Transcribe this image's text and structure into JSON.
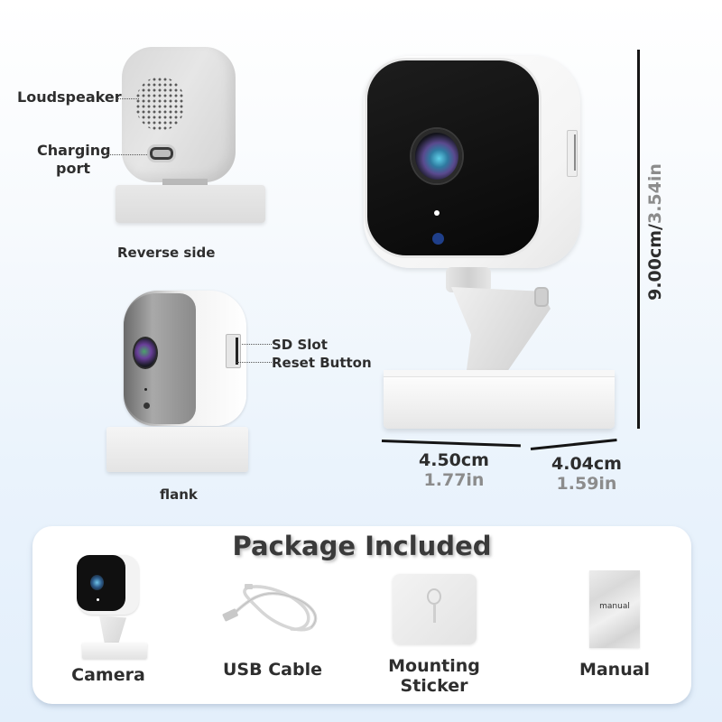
{
  "reverse_view": {
    "callouts": {
      "loudspeaker": "Loudspeaker",
      "charging_port_line1": "Charging",
      "charging_port_line2": "port"
    },
    "caption": "Reverse side"
  },
  "flank_view": {
    "callouts": {
      "sd_slot": "SD Slot",
      "reset_button": "Reset Button"
    },
    "caption": "flank"
  },
  "dimensions": {
    "height_cm": "9.00cm/",
    "height_in": "3.54in",
    "width_cm": "4.50cm",
    "width_in": "1.77in",
    "depth_cm": "4.04cm",
    "depth_in": "1.59in"
  },
  "package": {
    "title": "Package Included",
    "items": [
      {
        "label": "Camera",
        "icon": "camera-icon"
      },
      {
        "label": "USB Cable",
        "icon": "usb-cable-icon"
      },
      {
        "label_line1": "Mounting",
        "label_line2": "Sticker",
        "icon": "mounting-sticker-icon"
      },
      {
        "label": "Manual",
        "icon": "manual-icon",
        "cover_text": "manual"
      }
    ]
  },
  "colors": {
    "text_dark": "#2e2e2e",
    "text_gray": "#8c8c8c",
    "background_bottom": "#e3effb",
    "card": "#ffffff",
    "camera_face": "#0d0d0d",
    "ir_led": "#1f3f8a"
  }
}
